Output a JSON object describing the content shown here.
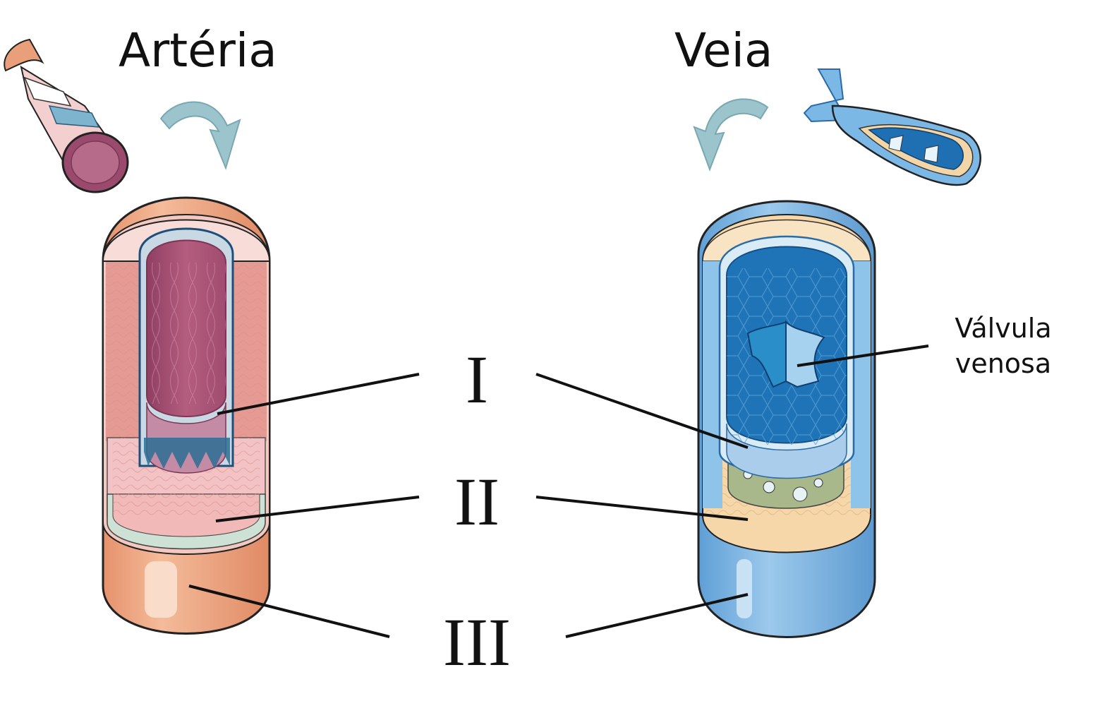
{
  "titles": {
    "artery": "Artéria",
    "vein": "Veia"
  },
  "labels": {
    "layer_1": "I",
    "layer_2": "II",
    "layer_3": "III"
  },
  "valve_label": {
    "line1": "Válvula",
    "line2": "venosa"
  },
  "colors": {
    "artery_outer": "#eba37f",
    "artery_middle": "#e59b93",
    "artery_inner": "#a24d6f",
    "vein_outer": "#7db8e3",
    "vein_middle": "#f5d7aa",
    "vein_inner": "#1f74b8",
    "arrow": "#9cc4cc",
    "leader_lines": "#111111"
  },
  "icons": [
    "curved-arrow-down-right-icon",
    "curved-arrow-down-left-icon"
  ]
}
